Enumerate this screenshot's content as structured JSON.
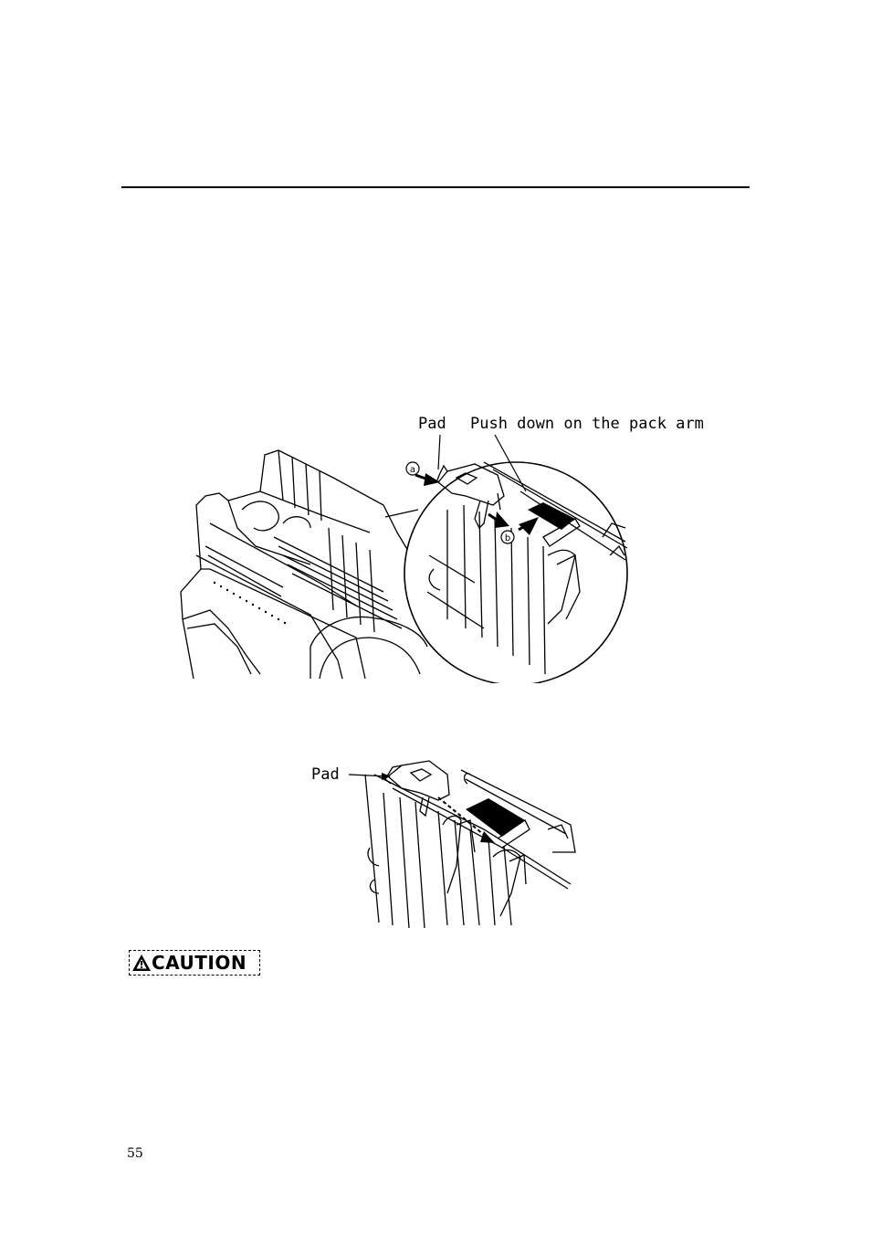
{
  "figure1": {
    "pad_label": "Pad",
    "push_label": "Push down on the pack arm",
    "marker_a": "a",
    "marker_b": "b"
  },
  "figure2": {
    "pad_label": "Pad"
  },
  "caution": {
    "label": "CAUTION"
  },
  "page_number": "55"
}
